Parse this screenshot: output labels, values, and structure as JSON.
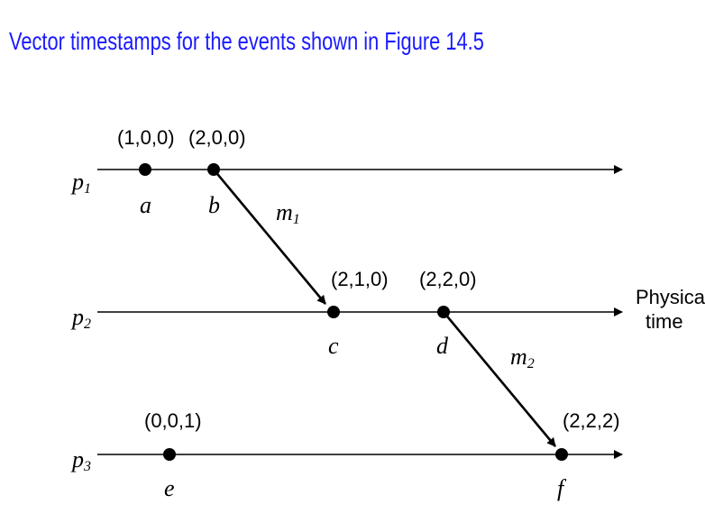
{
  "title": "Vector timestamps for the events shown in Figure 14.5",
  "axis_label": [
    "Physical",
    "time"
  ],
  "processes": [
    {
      "id": "p1",
      "name": "p",
      "sub": "1"
    },
    {
      "id": "p2",
      "name": "p",
      "sub": "2"
    },
    {
      "id": "p3",
      "name": "p",
      "sub": "3"
    }
  ],
  "events": [
    {
      "id": "a",
      "label": "a",
      "timestamp": "(1,0,0)",
      "process": "p1"
    },
    {
      "id": "b",
      "label": "b",
      "timestamp": "(2,0,0)",
      "process": "p1"
    },
    {
      "id": "c",
      "label": "c",
      "timestamp": "(2,1,0)",
      "process": "p2"
    },
    {
      "id": "d",
      "label": "d",
      "timestamp": "(2,2,0)",
      "process": "p2"
    },
    {
      "id": "e",
      "label": "e",
      "timestamp": "(0,0,1)",
      "process": "p3"
    },
    {
      "id": "f",
      "label": "f",
      "timestamp": "(2,2,2)",
      "process": "p3"
    }
  ],
  "messages": [
    {
      "id": "m1",
      "name": "m",
      "sub": "1",
      "from": "b",
      "to": "c"
    },
    {
      "id": "m2",
      "name": "m",
      "sub": "2",
      "from": "d",
      "to": "f"
    }
  ]
}
